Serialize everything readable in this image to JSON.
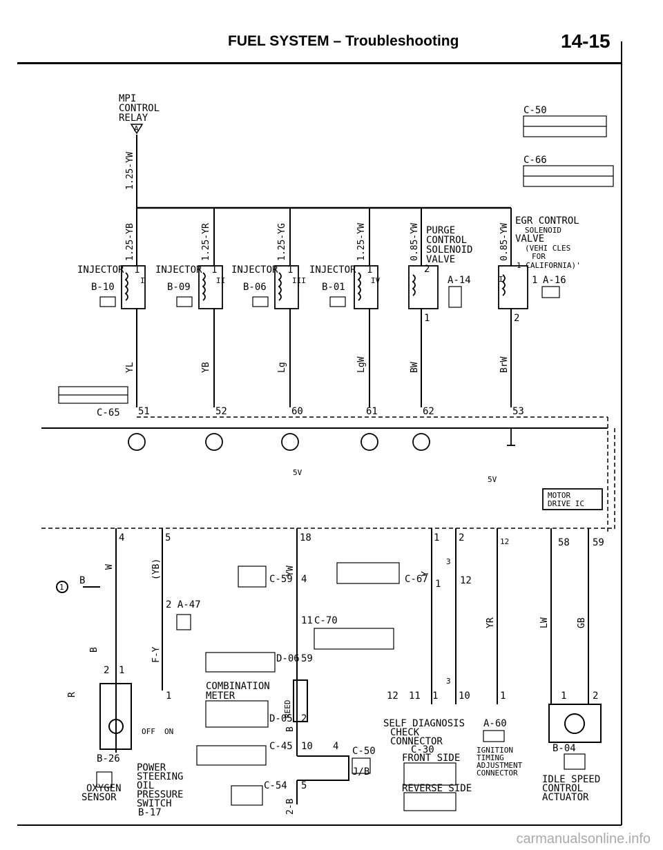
{
  "header": {
    "title": "FUEL SYSTEM – Troubleshooting",
    "page_number": "14-15"
  },
  "top": {
    "relay_label_1": "MPI",
    "relay_label_2": "CONTROL",
    "relay_label_3": "RELAY",
    "relay_pin": "A",
    "relay_wire": "1.25-YW",
    "c50": "C-50",
    "c66": "C-66"
  },
  "injectors": [
    {
      "label": "INJECTOR",
      "pin": "1",
      "conn": "B-10",
      "roman": "I",
      "wire": "1.25-YB",
      "wire_low": "YL",
      "ecu_pin": "51"
    },
    {
      "label": "INJECTOR",
      "pin": "1",
      "conn": "B-09",
      "roman": "II",
      "wire": "1.25-YR",
      "wire_low": "YB",
      "ecu_pin": "52"
    },
    {
      "label": "INJECTOR",
      "pin": "1",
      "conn": "B-06",
      "roman": "III",
      "wire": "1.25-YG",
      "wire_low": "Lg",
      "ecu_pin": "60"
    },
    {
      "label": "INJECTOR",
      "pin": "1",
      "conn": "B-01",
      "roman": "IV",
      "wire": "1.25-YW",
      "wire_low": "LgW",
      "ecu_pin": "61"
    }
  ],
  "purge": {
    "l1": "PURGE",
    "l2": "CONTROL",
    "l3": "SOLENOID",
    "l4": "VALVE",
    "wire": "0.85-YW",
    "conn": "A-14",
    "wire_low": "BW",
    "ecu_pin": "62",
    "pin_top": "2",
    "pin_bot": "1"
  },
  "egr": {
    "l1": "EGR CONTROL",
    "l2": "SOLENOID",
    "l3": "VALVE",
    "l4": "(VEHI CLES",
    "l5": "FOR",
    "l6": "1 CALIFORNIA)'",
    "wire": "0.85-YW",
    "conn": "A-16",
    "wire_low": "BrW",
    "ecu_pin": "53",
    "pin_top": "I",
    "pin_bot": "2",
    "pin_one": "1"
  },
  "ecu": {
    "conn": "C-65",
    "motor_1": "MOTOR",
    "motor_2": "DRIVE IC",
    "v5": "5V",
    "v5b": "5V"
  },
  "ecu_pins_bottom": [
    "4",
    "5",
    "18",
    "1",
    "2",
    "12",
    "58",
    "59"
  ],
  "bottom": {
    "b_label": "B",
    "circle_1": "1",
    "w_wire": "W",
    "b_wire": "B",
    "r_wire": "R",
    "yb_wire": "(YB)",
    "fy_wire": "F-Y",
    "yw_wire": "YW",
    "b2_wire": "B",
    "y_wire": "Y",
    "yr_wire": "YR",
    "lw_wire": "LW",
    "gb_wire": "GB",
    "a47": "2 A-47",
    "c59": "C-59",
    "c59_pin": "4",
    "c67": "C-67",
    "c67_pin": "1",
    "pin12": "12",
    "c70": "C-70",
    "c70_pin": "11",
    "d06": "D-06",
    "d06_pin": "59",
    "meter_1": "COMBINATION",
    "meter_2": "METER",
    "reed": "REED",
    "d05": "D-05",
    "d05_pin": "2",
    "c45": "C-45",
    "c45_pin": "10",
    "c50b": "C-50",
    "c50b_pin": "4",
    "c54": "C-54",
    "c54_pin": "5",
    "jb": "J/B",
    "b2w": "2-B",
    "p12": "12",
    "p11": "11",
    "p1": "1",
    "p10": "10",
    "p1b": "1",
    "p3a": "3",
    "p3b": "3",
    "self_1": "SELF DIAGNOSIS",
    "self_2": "CHECK",
    "self_3": "CONNECTOR",
    "c30": "C-30",
    "front_side": "FRONT SIDE",
    "reverse_side": "REVERSE SIDE",
    "a60": "A-60",
    "ign_1": "IGNITION",
    "ign_2": "TIMING",
    "ign_3": "ADJUSTMENT",
    "ign_4": "CONNECTOR",
    "b04": "B-04",
    "idle_1": "IDLE SPEED",
    "idle_2": "CONTROL",
    "idle_3": "ACTUATOR",
    "b26": "B-26",
    "o2_1": "OXYGEN",
    "o2_2": "SENSOR",
    "ps_1": "POWER",
    "ps_2": "STEERING",
    "ps_3": "OIL",
    "ps_4": "PRESSURE",
    "ps_5": "SWITCH",
    "b17": "B-17",
    "off": "OFF",
    "on": "ON",
    "pin2": "2",
    "pin1": "1",
    "pin1b": "1",
    "p58": "58",
    "p59": "59",
    "p2": "2",
    "p1c": "1"
  },
  "footer": "carmanualsonline.info"
}
